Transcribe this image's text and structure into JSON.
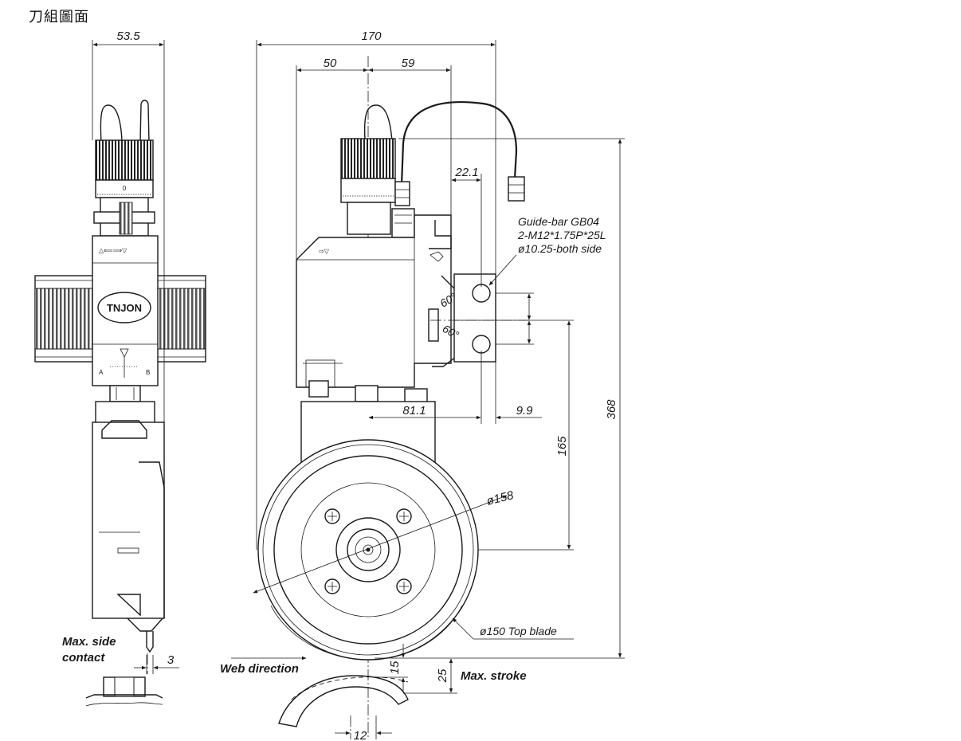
{
  "title": "刀組圖面",
  "logo_text": "TNJON",
  "side_view": {
    "width_dim": "53.5",
    "scale_zero": "0",
    "label_a": "A",
    "label_b": "B",
    "max_side_contact": [
      "Max. side",
      "contact"
    ],
    "offset_dim": "3"
  },
  "front_view": {
    "overall_width": "170",
    "left_offset": "50",
    "right_offset": "59",
    "bar_offset": "22.1",
    "center_to_bar": "81.1",
    "bar_face": "9.9",
    "height_to_center": "165",
    "overall_height": "368",
    "angle_top": "60°",
    "angle_bottom": "60°",
    "guide_bar_notes": [
      "Guide-bar GB04",
      "2-M12*1.75P*25L",
      "ø10.25-both side"
    ],
    "housing_diameter": "ø158",
    "blade_diameter": "ø150 Top blade",
    "web_direction": "Web direction",
    "max_stroke": "Max. stroke",
    "stroke_dim": "25",
    "depth_dim": "15",
    "bottom_dim": "12"
  }
}
